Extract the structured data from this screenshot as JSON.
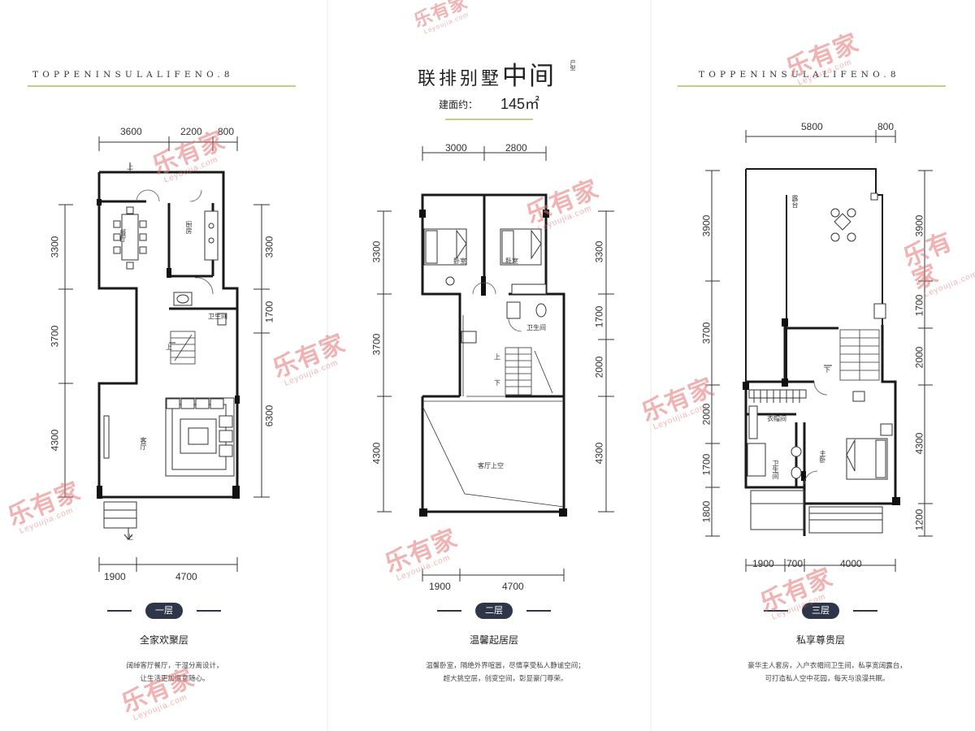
{
  "header": {
    "brand_line": "TOPPENINSULALIFENO.8",
    "title_small": "联排别墅",
    "title_big": "中间",
    "title_sup": "户型",
    "area_label": "建面约：",
    "area_value": "145㎡"
  },
  "watermark": {
    "cn": "乐有家",
    "en": "Leyoujia.com",
    "color": "#e57575"
  },
  "colors": {
    "accent_rule": "#c6cd86",
    "badge": "#2f3649",
    "wall": "#1a1a1a"
  },
  "floors": [
    {
      "badge": "一层",
      "title": "全家欢聚层",
      "desc_lines": [
        "阔绰客厅餐厅，干湿分离设计，",
        "让生活更加惬意随心。"
      ],
      "dims_top": [
        "3600",
        "2200",
        "800"
      ],
      "dims_bottom": [
        "1900",
        "4700"
      ],
      "dims_left": [
        "3300",
        "3700",
        "4300"
      ],
      "dims_right": [
        "3300",
        "1700",
        "6300"
      ],
      "rooms": {
        "dining": "餐厅",
        "kitchen": "厨房",
        "bath": "卫生间",
        "living": "客厅",
        "up1": "上",
        "up2": "上",
        "up3": "上"
      }
    },
    {
      "badge": "二层",
      "title": "温馨起居层",
      "desc_lines": [
        "温馨卧室，隔绝外界喧嚣，尽情享受私人静谧空间；",
        "超大挑空层，创变空间，彰显豪门尊荣。"
      ],
      "dims_top": [
        "3000",
        "2800"
      ],
      "dims_bottom": [
        "1900",
        "4700"
      ],
      "dims_left": [
        "3300",
        "3700",
        "4300"
      ],
      "dims_right": [
        "3300",
        "1700",
        "2000",
        "4300"
      ],
      "rooms": {
        "bed1": "卧室",
        "bed2": "卧室",
        "bath": "卫生间",
        "void": "客厅上空",
        "up": "上",
        "down": "下"
      }
    },
    {
      "badge": "三层",
      "title": "私享尊贵层",
      "desc_lines": [
        "豪华主人套房，入户衣帽间卫生间，私享宽阔露台，",
        "可打造私人空中花园，每天与浪漫共眠。"
      ],
      "dims_top": [
        "5800",
        "800"
      ],
      "dims_bottom": [
        "1900",
        "700",
        "4000"
      ],
      "dims_left": [
        "3900",
        "3700",
        "2000",
        "1700",
        "1800"
      ],
      "dims_right": [
        "3900",
        "1700",
        "2000",
        "4300",
        "1200"
      ],
      "rooms": {
        "terrace": "露台",
        "closet": "衣帽间",
        "bath": "卫生间",
        "master": "主卧",
        "down": "下"
      }
    }
  ]
}
